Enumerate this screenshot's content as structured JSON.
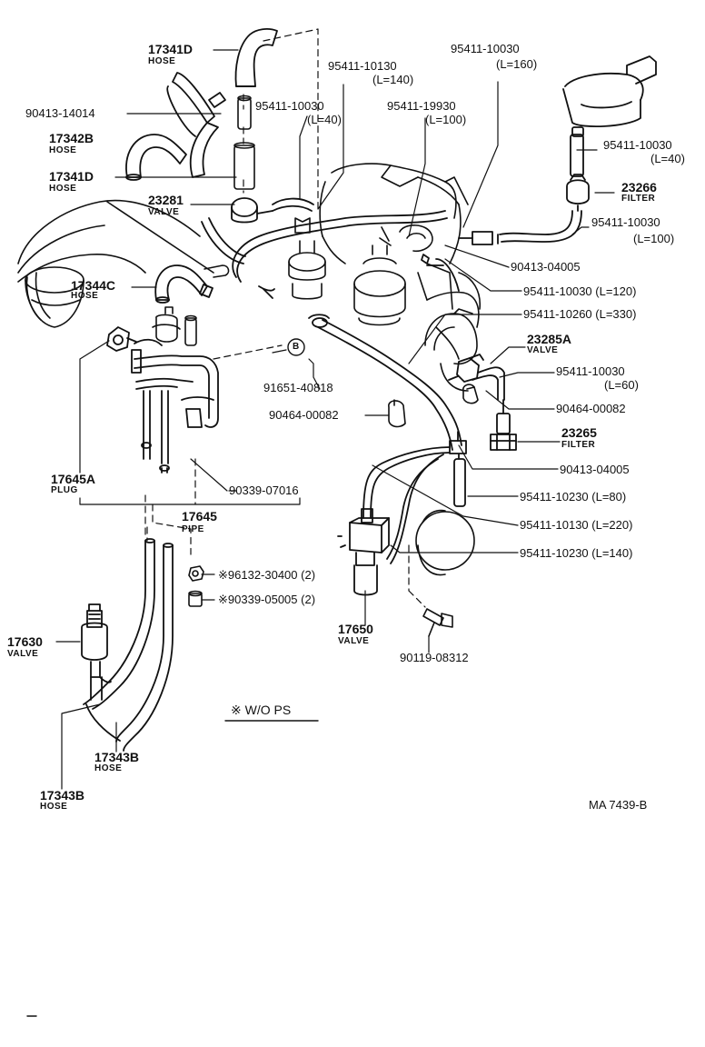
{
  "labels": {
    "hose_17341d_top": "17341D",
    "hose_17341d_top_sub": "HOSE",
    "clip_90413_14014": "90413-14014",
    "hose_17342b": "17342B",
    "hose_17342b_sub": "HOSE",
    "hose_17341d_mid": "17341D",
    "hose_17341d_mid_sub": "HOSE",
    "valve_23281": "23281",
    "valve_23281_sub": "VALVE",
    "hose_17344c": "17344C",
    "hose_17344c_sub": "HOSE",
    "pn_95411_10130_a": "95411-10130",
    "len_95411_10130_a": "(L=140)",
    "pn_95411_10030_a": "95411-10030",
    "len_95411_10030_a": "(L=40)",
    "pn_95411_19930": "95411-19930",
    "len_95411_19930": "(L=100)",
    "pn_95411_10030_top": "95411-10030",
    "len_95411_10030_top": "(L=160)",
    "pn_95411_10030_b": "95411-10030",
    "len_95411_10030_b": "(L=40)",
    "filter_23266": "23266",
    "filter_23266_sub": "FILTER",
    "pn_95411_10030_c": "95411-10030",
    "len_95411_10030_c": "(L=100)",
    "clip_90413_04005_a": "90413-04005",
    "pn_95411_10030_120": "95411-10030 (L=120)",
    "pn_95411_10260_330": "95411-10260 (L=330)",
    "valve_23285a": "23285A",
    "valve_23285a_sub": "VALVE",
    "pn_95411_10030_d": "95411-10030",
    "len_95411_10030_d": "(L=60)",
    "clip_90464_00082_r": "90464-00082",
    "filter_23265": "23265",
    "filter_23265_sub": "FILTER",
    "clip_90413_04005_b": "90413-04005",
    "pn_95411_10230_80": "95411-10230 (L=80)",
    "pn_95411_10130_220": "95411-10130 (L=220)",
    "pn_95411_10230_140": "95411-10230 (L=140)",
    "bolt_90119_08312": "90119-08312",
    "valve_17650": "17650",
    "valve_17650_sub": "VALVE",
    "callout_b": "B",
    "clip_91651_40818": "91651-40818",
    "clip_90464_00082_l": "90464-00082",
    "plug_17645a": "17645A",
    "plug_17645a_sub": "PLUG",
    "pn_90339_07016": "90339-07016",
    "pipe_17645": "17645",
    "pipe_17645_sub": "PIPE",
    "pn_96132_30400": "※96132-30400 (2)",
    "pn_90339_05005": "※90339-05005 (2)",
    "valve_17630": "17630",
    "valve_17630_sub": "VALVE",
    "hose_17343b_a": "17343B",
    "hose_17343b_a_sub": "HOSE",
    "hose_17343b_b": "17343B",
    "hose_17343b_b_sub": "HOSE",
    "note_wo_ps": "※ W/O PS",
    "drawing_code": "MA 7439-B"
  }
}
